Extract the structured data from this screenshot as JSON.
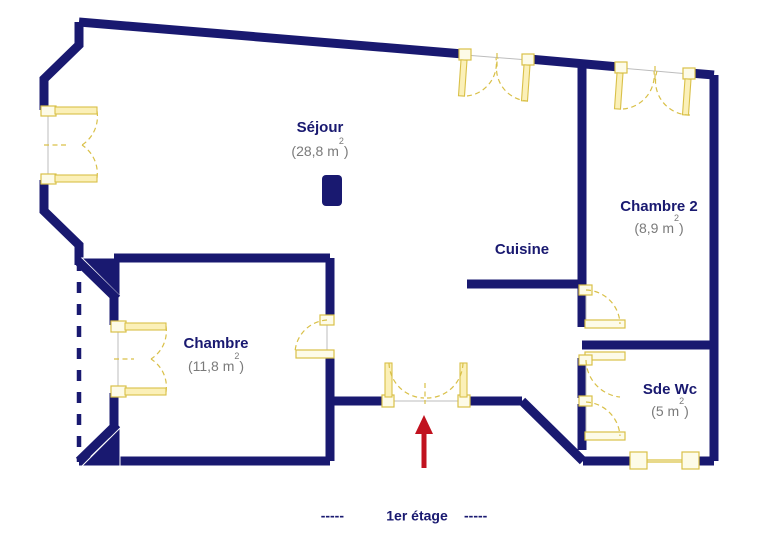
{
  "plan": {
    "caption": {
      "dash_left": "-----",
      "label": "1er étage",
      "dash_right": "-----"
    },
    "colors": {
      "wall": "#191970",
      "room_name": "#191970",
      "room_area": "#7a7a7a",
      "door": "#fbf0b8",
      "door_stroke": "#d9c048",
      "arrow": "#c1121f",
      "background": "#ffffff"
    },
    "rooms": [
      {
        "id": "sejour",
        "name": "Séjour",
        "area_text": "(28,8 m",
        "area_unit": "2",
        "area_close": ")",
        "area_value": 28.8,
        "area_unit_label": "m²"
      },
      {
        "id": "chambre",
        "name": "Chambre",
        "area_text": "(11,8 m",
        "area_unit": "2",
        "area_close": ")",
        "area_value": 11.8,
        "area_unit_label": "m²"
      },
      {
        "id": "cuisine",
        "name": "Cuisine",
        "area_text": "",
        "area_unit": "",
        "area_close": "",
        "area_value": null,
        "area_unit_label": ""
      },
      {
        "id": "chambre-2",
        "name": "Chambre 2",
        "area_text": "(8,9 m",
        "area_unit": "2",
        "area_close": ")",
        "area_value": 8.9,
        "area_unit_label": "m²"
      },
      {
        "id": "sde-wc",
        "name": "Sde Wc",
        "area_text": "(5 m",
        "area_unit": "2",
        "area_close": ")",
        "area_value": 5,
        "area_unit_label": "m²"
      }
    ],
    "markers": {
      "entrance_arrow": "entrance-arrow"
    }
  }
}
